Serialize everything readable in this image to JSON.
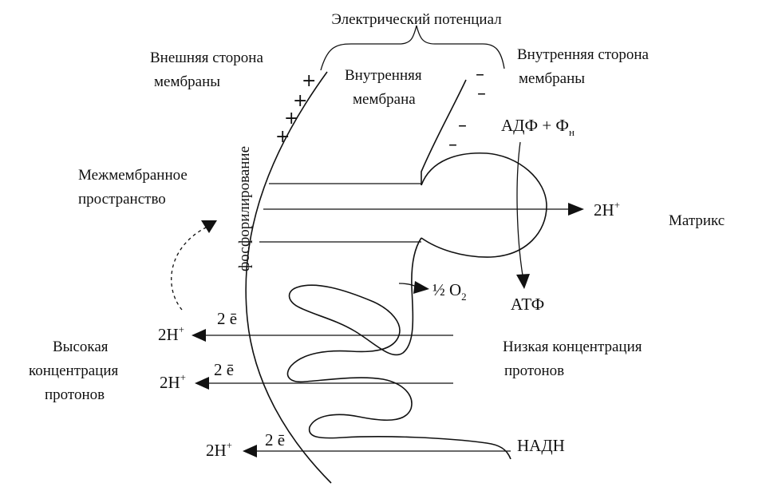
{
  "labels": {
    "electric_potential": "Электрический потенциал",
    "outer_side_line1": "Внешняя сторона",
    "outer_side_line2": "мембраны",
    "inner_membrane_line1": "Внутренняя",
    "inner_membrane_line2": "мембрана",
    "inner_side_line1": "Внутренняя сторона",
    "inner_side_line2": "мембраны",
    "phosphorylation": "фосфорилирование",
    "intermembrane_line1": "Межмембранное",
    "intermembrane_line2": "пространство",
    "matrix": "Матрикс",
    "high_conc_line1": "Высокая",
    "high_conc_line2": "концентрация",
    "high_conc_line3": "протонов",
    "low_conc_line1": "Низкая концентрация",
    "low_conc_line2": "протонов",
    "nadh": "НАДН",
    "atp": "АТФ",
    "adp_main": "АДФ + Ф",
    "adp_sub": "н",
    "half_o2_main": "½ О",
    "half_o2_sub": "2",
    "proton_base": "2Н",
    "proton_sup": "+",
    "electron_pair": "2 ē",
    "plus_sign": "+",
    "minus_sign": "–"
  }
}
